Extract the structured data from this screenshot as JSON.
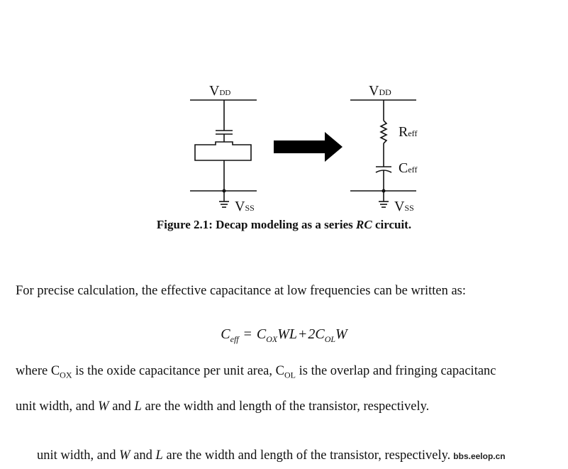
{
  "figure": {
    "left": {
      "vdd_main": "V",
      "vdd_sub": "DD",
      "vss_main": "V",
      "vss_sub": "SS"
    },
    "right": {
      "vdd_main": "V",
      "vdd_sub": "DD",
      "r_main": "R",
      "r_sub": "eff",
      "c_main": "C",
      "c_sub": "eff",
      "vss_main": "V",
      "vss_sub": "SS"
    },
    "caption_prefix": "Figure 2.1: Decap modeling as a series ",
    "caption_italic": "RC",
    "caption_suffix": " circuit."
  },
  "text": {
    "intro": "For precise calculation, the effective capacitance at low frequencies can be written as:",
    "where_1": "where C",
    "where_ox": "OX",
    "where_2": " is the oxide capacitance per unit area, C",
    "where_ol": "OL",
    "where_3": " is the overlap and fringing capacitanc",
    "line2_a": "unit width, and ",
    "line2_w": "W",
    "line2_b": " and ",
    "line2_l": "L",
    "line2_c": " are the width and length of the transistor, respectively.",
    "watermark": "bbs.eelop.cn"
  },
  "equation": {
    "lhs": "C",
    "lhs_sub": "eff",
    "eq": "=",
    "t1": "C",
    "t1_sub": "OX",
    "t1_rest": "WL",
    "plus": "+",
    "t2_coef": "2C",
    "t2_sub": "OL",
    "t2_rest": "W"
  }
}
